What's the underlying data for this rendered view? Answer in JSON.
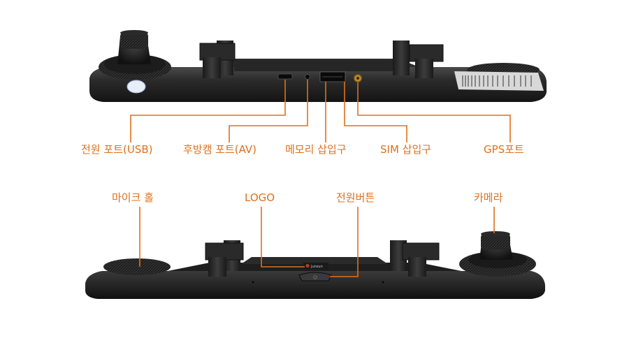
{
  "colors": {
    "accent": "#e0701a",
    "device_body": "#2a2a2a",
    "device_edge": "#111111",
    "device_highlight": "#4a4a4a"
  },
  "top_view": {
    "labels": {
      "power_port_usb": "전원 포트(USB)",
      "rear_cam_port_av": "후방캠 포트(AV)",
      "memory_slot": "메모리 삽입구",
      "sim_slot": "SIM 삽입구",
      "gps_port": "GPS포트"
    }
  },
  "bottom_view": {
    "labels": {
      "mic_hole": "마이크 홀",
      "logo": "LOGO",
      "power_button": "전원버튼",
      "camera": "카메라"
    },
    "logo_text": "Junsun"
  }
}
